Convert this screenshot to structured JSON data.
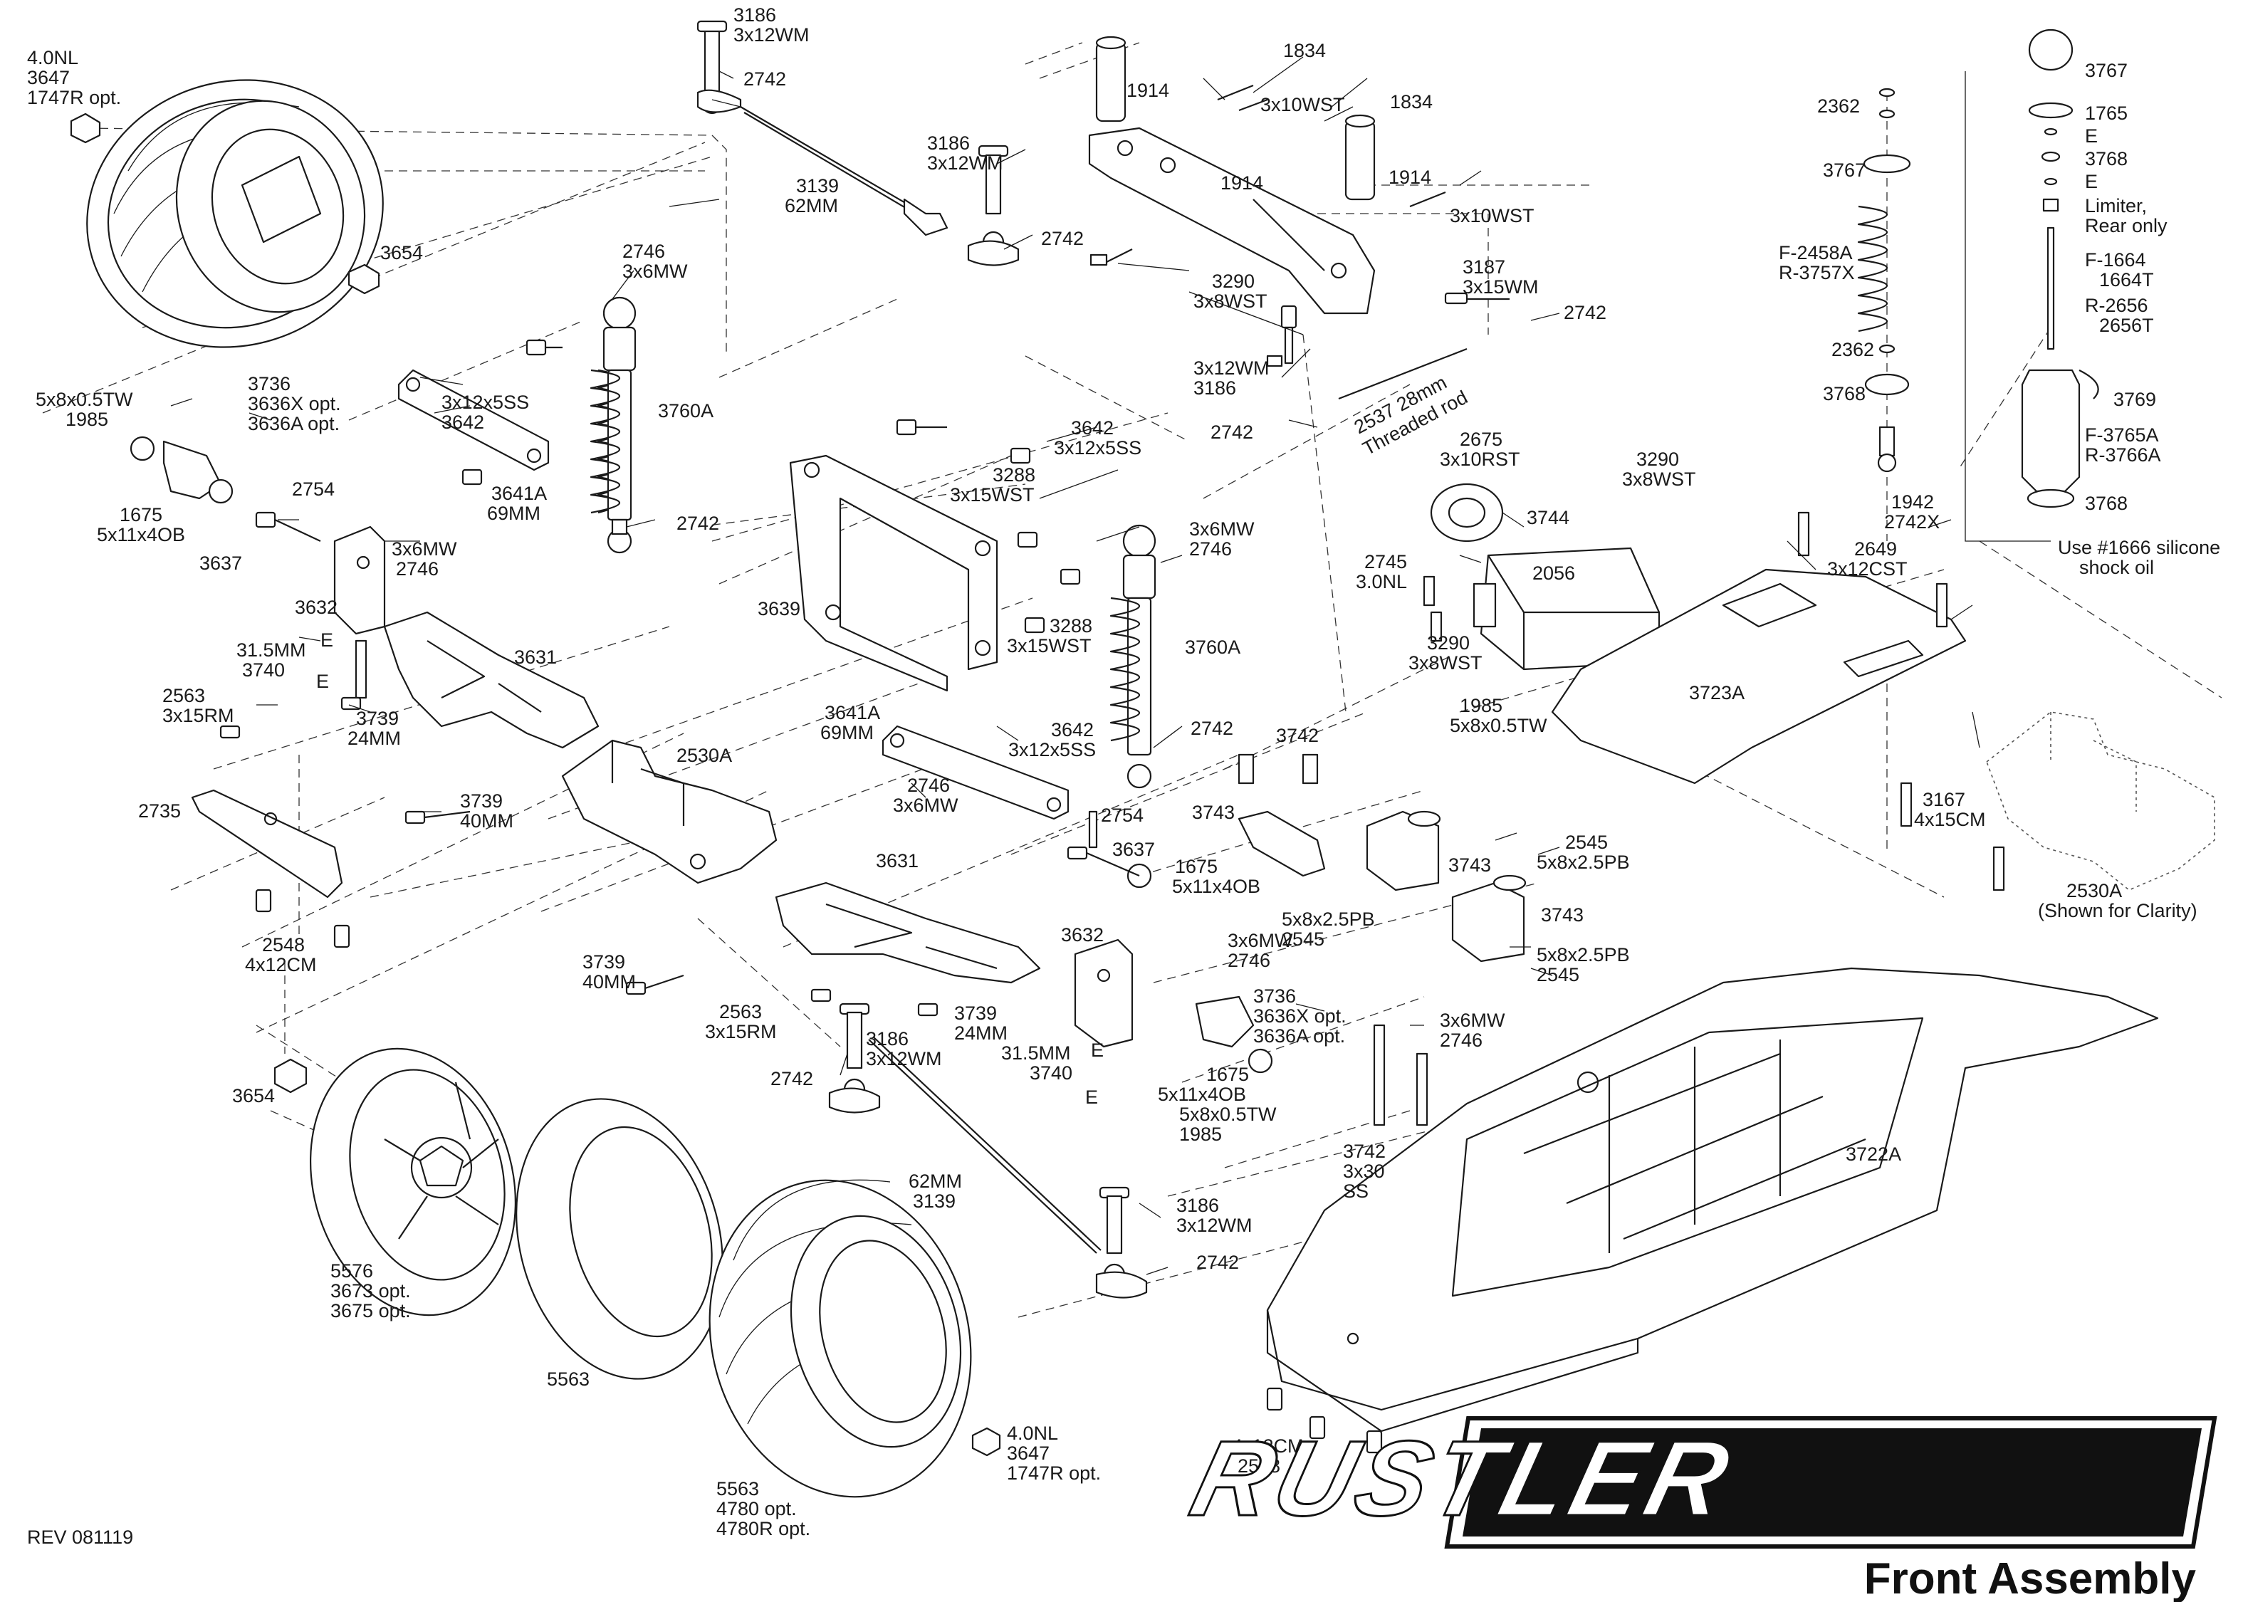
{
  "title": {
    "logo_text": "RUSTLER",
    "subtitle": "Front Assembly"
  },
  "revision": "REV 081119",
  "callouts": [
    {
      "lines": [
        "4.0NL",
        "3647",
        "1747R opt."
      ]
    },
    {
      "lines": [
        "3654"
      ]
    },
    {
      "lines": [
        "3186",
        "3x12WM"
      ]
    },
    {
      "lines": [
        "2742"
      ]
    },
    {
      "lines": [
        "3139",
        "62MM"
      ]
    },
    {
      "lines": [
        "3186",
        "3x12WM"
      ]
    },
    {
      "lines": [
        "2742"
      ]
    },
    {
      "lines": [
        "1834"
      ]
    },
    {
      "lines": [
        "1914"
      ]
    },
    {
      "lines": [
        "3x10WST"
      ]
    },
    {
      "lines": [
        "1834"
      ]
    },
    {
      "lines": [
        "1914"
      ]
    },
    {
      "lines": [
        "1914"
      ]
    },
    {
      "lines": [
        "3x10WST"
      ]
    },
    {
      "lines": [
        "3290",
        "3x8WST"
      ]
    },
    {
      "lines": [
        "3187",
        "3x15WM"
      ]
    },
    {
      "lines": [
        "2742"
      ]
    },
    {
      "lines": [
        "3x12WM",
        "3186"
      ]
    },
    {
      "lines": [
        "2742"
      ]
    },
    {
      "lines": [
        "2537  28mm",
        "Threaded rod"
      ]
    },
    {
      "lines": [
        "2675",
        "3x10RST"
      ]
    },
    {
      "lines": [
        "3290",
        "3x8WST"
      ]
    },
    {
      "lines": [
        "3744"
      ]
    },
    {
      "lines": [
        "2745",
        "3.0NL"
      ]
    },
    {
      "lines": [
        "2056"
      ]
    },
    {
      "lines": [
        "3290",
        "3x8WST"
      ]
    },
    {
      "lines": [
        "2746",
        "3x6MW"
      ]
    },
    {
      "lines": [
        "3760A"
      ]
    },
    {
      "lines": [
        "2742"
      ]
    },
    {
      "lines": [
        "3x12x5SS",
        "3642"
      ]
    },
    {
      "lines": [
        "3641A",
        "69MM"
      ]
    },
    {
      "lines": [
        "3x6MW",
        "2746"
      ]
    },
    {
      "lines": [
        "5x8x0.5TW",
        "1985"
      ]
    },
    {
      "lines": [
        "3736",
        "3636X opt.",
        "3636A opt."
      ]
    },
    {
      "lines": [
        "2754"
      ]
    },
    {
      "lines": [
        "1675",
        "5x11x4OB"
      ]
    },
    {
      "lines": [
        "3637"
      ]
    },
    {
      "lines": [
        "3632"
      ]
    },
    {
      "lines": [
        "31.5MM",
        "3740"
      ]
    },
    {
      "lines": [
        "E"
      ]
    },
    {
      "lines": [
        "E"
      ]
    },
    {
      "lines": [
        "3631"
      ]
    },
    {
      "lines": [
        "2563",
        "3x15RM"
      ]
    },
    {
      "lines": [
        "3739",
        "24MM"
      ]
    },
    {
      "lines": [
        "2735"
      ]
    },
    {
      "lines": [
        "3739",
        "40MM"
      ]
    },
    {
      "lines": [
        "2530A"
      ]
    },
    {
      "lines": [
        "2548",
        "4x12CM"
      ]
    },
    {
      "lines": [
        "3642",
        "3x12x5SS"
      ]
    },
    {
      "lines": [
        "3288",
        "3x15WST"
      ]
    },
    {
      "lines": [
        "3639"
      ]
    },
    {
      "lines": [
        "3288",
        "3x15WST"
      ]
    },
    {
      "lines": [
        "3x6MW",
        "2746"
      ]
    },
    {
      "lines": [
        "3760A"
      ]
    },
    {
      "lines": [
        "2742"
      ]
    },
    {
      "lines": [
        "3641A",
        "69MM"
      ]
    },
    {
      "lines": [
        "3642",
        "3x12x5SS"
      ]
    },
    {
      "lines": [
        "2746",
        "3x6MW"
      ]
    },
    {
      "lines": [
        "2754"
      ]
    },
    {
      "lines": [
        "3637"
      ]
    },
    {
      "lines": [
        "1675",
        "5x11x4OB"
      ]
    },
    {
      "lines": [
        "3631"
      ]
    },
    {
      "lines": [
        "3742"
      ]
    },
    {
      "lines": [
        "3743"
      ]
    },
    {
      "lines": [
        "3743"
      ]
    },
    {
      "lines": [
        "3743"
      ]
    },
    {
      "lines": [
        "1985",
        "5x8x0.5TW"
      ]
    },
    {
      "lines": [
        "2545",
        "5x8x2.5PB"
      ]
    },
    {
      "lines": [
        "5x8x2.5PB",
        "2545"
      ]
    },
    {
      "lines": [
        "5x8x2.5PB",
        "2545"
      ]
    },
    {
      "lines": [
        "3x6MW",
        "2746"
      ]
    },
    {
      "lines": [
        "3739",
        "40MM"
      ]
    },
    {
      "lines": [
        "2563",
        "3x15RM"
      ]
    },
    {
      "lines": [
        "3739",
        "24MM"
      ]
    },
    {
      "lines": [
        "3632"
      ]
    },
    {
      "lines": [
        "3736",
        "3636X opt.",
        "3636A opt."
      ]
    },
    {
      "lines": [
        "3186",
        "3x12WM"
      ]
    },
    {
      "lines": [
        "2742"
      ]
    },
    {
      "lines": [
        "31.5MM",
        "3740"
      ]
    },
    {
      "lines": [
        "E"
      ]
    },
    {
      "lines": [
        "E"
      ]
    },
    {
      "lines": [
        "1675",
        "5x11x4OB",
        "5x8x0.5TW",
        "1985"
      ]
    },
    {
      "lines": [
        "3x6MW",
        "2746"
      ]
    },
    {
      "lines": [
        "3742",
        "3x30",
        "SS"
      ]
    },
    {
      "lines": [
        "3654"
      ]
    },
    {
      "lines": [
        "62MM",
        "3139"
      ]
    },
    {
      "lines": [
        "3186",
        "3x12WM"
      ]
    },
    {
      "lines": [
        "2742"
      ]
    },
    {
      "lines": [
        "5576",
        "3673 opt.",
        "3675 opt."
      ]
    },
    {
      "lines": [
        "5563"
      ]
    },
    {
      "lines": [
        "4.0NL",
        "3647",
        "1747R opt."
      ]
    },
    {
      "lines": [
        "5563",
        "4780 opt.",
        "4780R opt."
      ]
    },
    {
      "lines": [
        "4x12CM",
        "2548"
      ]
    },
    {
      "lines": [
        "3722A"
      ]
    },
    {
      "lines": [
        "3723A"
      ]
    },
    {
      "lines": [
        "2649",
        "3x12CST"
      ]
    },
    {
      "lines": [
        "3167",
        "4x15CM"
      ]
    },
    {
      "lines": [
        "2530A",
        "(Shown for Clarity)"
      ]
    },
    {
      "lines": [
        "2362"
      ]
    },
    {
      "lines": [
        "3767"
      ]
    },
    {
      "lines": [
        "F-2458A",
        "R-3757X"
      ]
    },
    {
      "lines": [
        "2362"
      ]
    },
    {
      "lines": [
        "3768"
      ]
    },
    {
      "lines": [
        "1942",
        "2742X"
      ]
    },
    {
      "lines": [
        "3767"
      ]
    },
    {
      "lines": [
        "1765"
      ]
    },
    {
      "lines": [
        "E"
      ]
    },
    {
      "lines": [
        "3768"
      ]
    },
    {
      "lines": [
        "E"
      ]
    },
    {
      "lines": [
        "Limiter,",
        "Rear only"
      ]
    },
    {
      "lines": [
        "F-1664",
        "1664T"
      ]
    },
    {
      "lines": [
        "R-2656",
        "2656T"
      ]
    },
    {
      "lines": [
        "3769"
      ]
    },
    {
      "lines": [
        "F-3765A",
        "R-3766A"
      ]
    },
    {
      "lines": [
        "3768"
      ]
    },
    {
      "lines": [
        "Use #1666 silicone",
        "shock oil"
      ]
    }
  ]
}
